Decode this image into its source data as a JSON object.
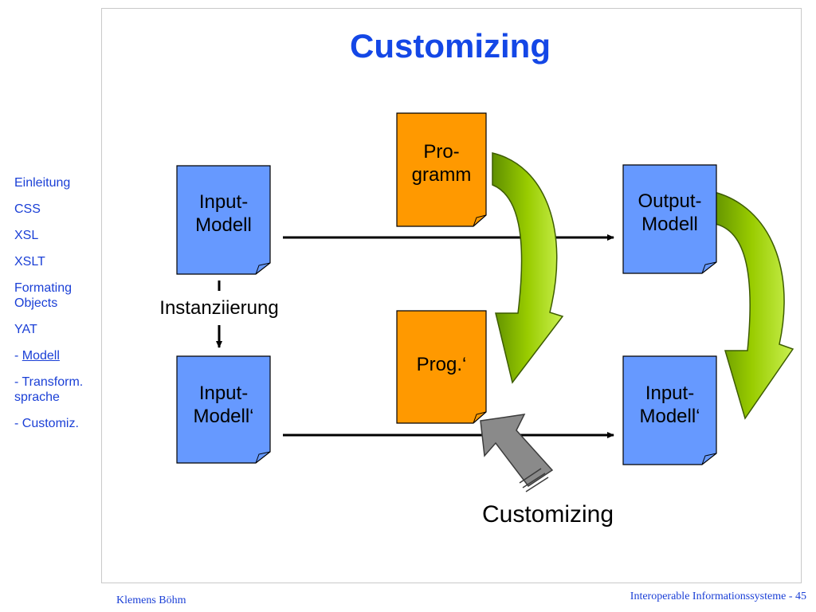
{
  "title": "Customizing",
  "sidebar": {
    "items": [
      {
        "label": "Einleitung"
      },
      {
        "label": "CSS"
      },
      {
        "label": "XSL"
      },
      {
        "label": "XSLT"
      },
      {
        "label": "Formating\nObjects"
      },
      {
        "label": "YAT"
      },
      {
        "prefix": "- ",
        "label": "Modell",
        "selected": true
      },
      {
        "label": "- Transform.\n  sprache"
      },
      {
        "label": "- Customiz."
      }
    ]
  },
  "diagram": {
    "input_model": "Input-\nModell",
    "output_model": "Output-\nModell",
    "program": "Pro-\ngramm",
    "input_model_prime": "Input-\nModell‘",
    "program_prime": "Prog.‘",
    "output_model_prime": "Input-\nModell‘",
    "instantiation": "Instanziierung",
    "customizing": "Customizing"
  },
  "colors": {
    "doc_blue": "#6699ff",
    "doc_orange": "#ff9900",
    "green_arrow": "#99cc00",
    "gray_arrow": "#808080",
    "title_blue": "#1447e6",
    "sidebar_blue": "#1a3fd6"
  },
  "footer": {
    "author": "Klemens Böhm",
    "course": "Interoperable Informationssysteme - 45"
  }
}
